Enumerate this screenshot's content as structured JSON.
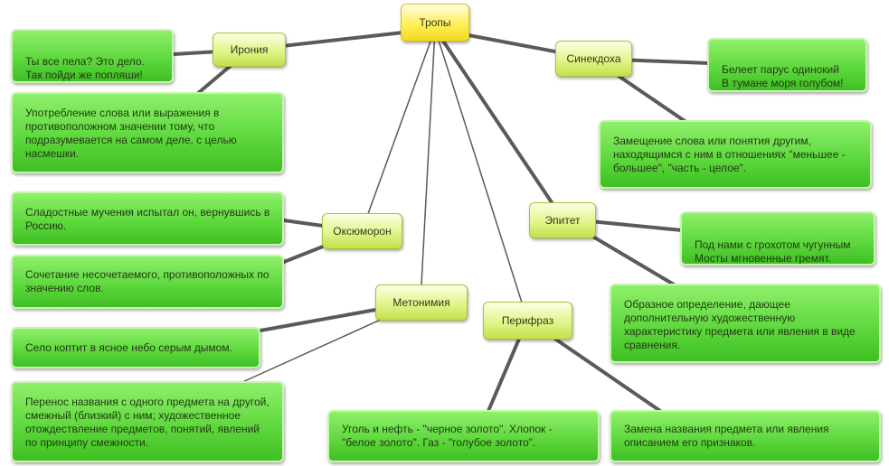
{
  "root": {
    "label": "Тропы"
  },
  "tropes": {
    "irony": {
      "label": "Ирония",
      "example": "Ты все пела? Это дело.\nТак пойди же попляши!",
      "definition": "Употребление слова или выражения в противоположном значении тому, что подразумевается на самом деле, с целью насмешки."
    },
    "synecdoche": {
      "label": "Синекдоха",
      "example": "Белеет парус одинокий\nВ тумане моря голубом!",
      "definition": "Замещение слова или понятия другим, находящимся с ним в отношениях \"меньшее - большее\", \"часть - целое\"."
    },
    "oxymoron": {
      "label": "Оксюморон",
      "example": "Сладостные мучения испытал он, вернувшись в Россию.",
      "definition": "Сочетание несочетаемого, противоположных по значению слов."
    },
    "epithet": {
      "label": "Эпитет",
      "example": "Под нами с грохотом чугунным\nМосты мгновенные гремят.",
      "definition": "Образное определение, дающее дополнительную художественную характеристику предмета или явления в виде сравнения."
    },
    "metonymy": {
      "label": "Метонимия",
      "example": "Село коптит в ясное небо серым дымом.",
      "definition": "Перенос названия с одного предмета на другой, смежный (близкий) с ним; художественное отождествление предметов, понятий, явлений по принципу смежности."
    },
    "periphrasis": {
      "label": "Перифраз",
      "example": "Уголь и нефть - \"черное золото\". Хлопок - \"белое золото\". Газ - \"голубое золото\".",
      "definition": "Замена названия предмета или явления описанием его признаков."
    }
  },
  "colors": {
    "root_fill": "#ffef59",
    "concept_fill": "#e1f58a",
    "leaf_fill": "#5bd63b",
    "connector": "#5a5a5a"
  }
}
